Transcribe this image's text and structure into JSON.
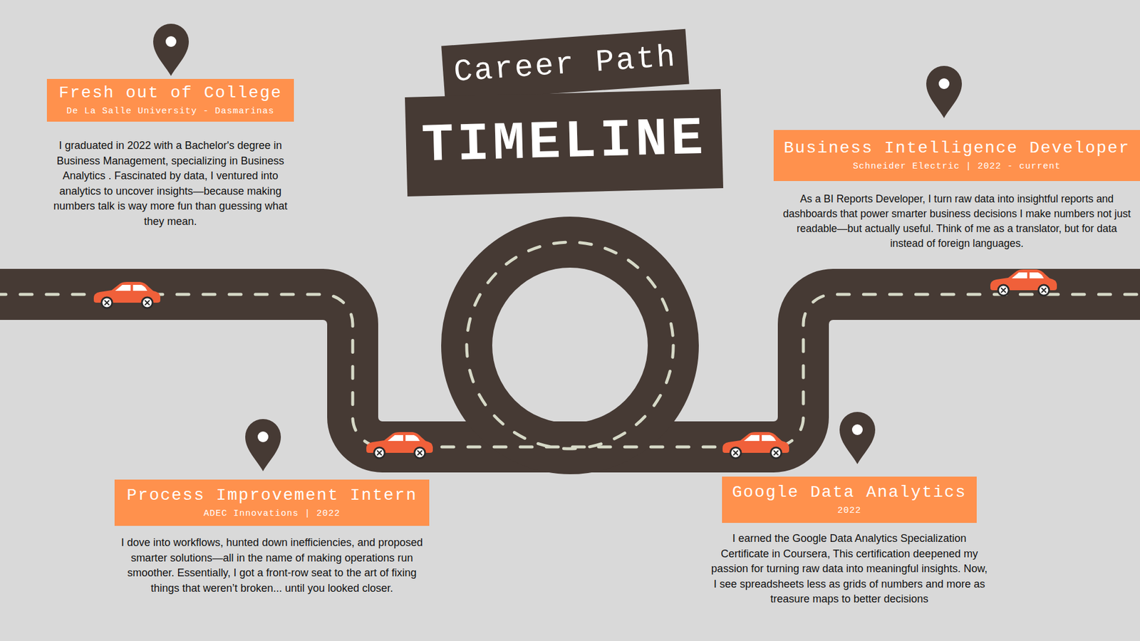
{
  "diagram": {
    "nodes": [
      {
        "text": [
          "Fresh out of College",
          "De La Salle University - Dasmarinas",
          "I graduated in 2022 with a Bachelor's degree in Business Management, specializing in Business Analytics . Fascinated by data, I ventured into analytics to uncover insights—because making numbers talk is way more fun than guessing what they mean."
        ]
      },
      {
        "text": [
          "Career Path"
        ]
      },
      {
        "text": [
          "TIMELINE"
        ]
      },
      {
        "text": [
          "Business Intelligence Developer",
          "Schneider Electric | 2022 - current",
          "As a BI Reports Developer, I turn raw data into insightful reports and dashboards that power smarter business decisions I make numbers not just readable—but actually useful. Think of me as a translator, but for data instead of foreign languages."
        ]
      },
      {
        "text": [
          "Process Improvement Intern",
          "ADEC Innovations | 2022",
          "I dove into workflows, hunted down inefficiencies, and proposed smarter solutions—all in the name of making operations run smoother. Essentially, I got a front-row seat to the art of fixing things that weren’t broken... until you looked closer."
        ]
      },
      {
        "text": [
          "Google Data Analytics",
          "2022",
          "I earned the Google Data Analytics Specialization Certificate in Coursera, This certification deepened my passion for turning raw data into meaningful insights. Now, I see spreadsheets less as grids of numbers and more as treasure maps to better decisions"
        ]
      }
    ]
  }
}
